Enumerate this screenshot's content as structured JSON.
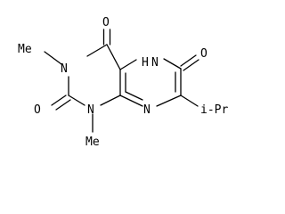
{
  "molecule": {
    "atom_labels": {
      "o_top": "O",
      "nh": "H",
      "n_h": "N",
      "o_right": "O",
      "n_methyl_3": "N",
      "methyl_3": "Me",
      "o_bottom": "O",
      "n_methyl_1": "N",
      "methyl_1": "Me",
      "n_ring": "N",
      "isopropyl": "i-Pr"
    },
    "colors": {
      "bond": "#000000",
      "text": "#000000",
      "background": "#ffffff"
    }
  }
}
